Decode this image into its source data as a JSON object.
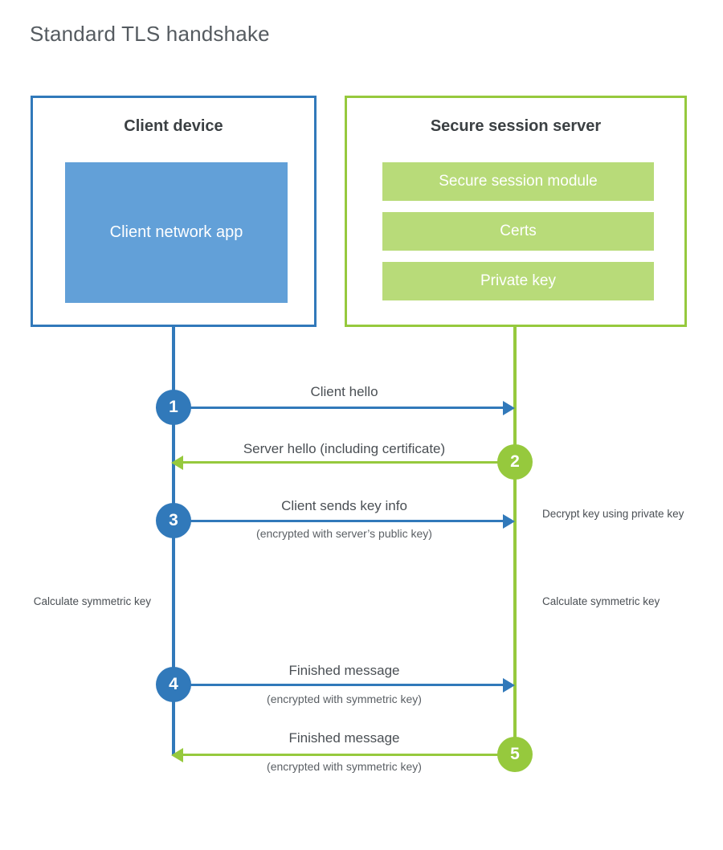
{
  "diagram": {
    "title": "Standard TLS handshake",
    "colors": {
      "client_blue": "#3179BA",
      "client_app_fill": "#62A0D8",
      "server_green": "#96C93D",
      "server_bar_fill": "#B8DB79",
      "title_text": "#555b60",
      "body_text": "#4a4f54",
      "background": "#ffffff"
    }
  },
  "client": {
    "heading": "Client device",
    "app_label": "Client network app"
  },
  "server": {
    "heading": "Secure session server",
    "bars": [
      {
        "label": "Secure session module"
      },
      {
        "label": "Certs"
      },
      {
        "label": "Private key"
      }
    ]
  },
  "messages": [
    {
      "step": "1",
      "label": "Client hello",
      "sub": "",
      "direction": "client-to-server",
      "color": "blue"
    },
    {
      "step": "2",
      "label": "Server hello (including certificate)",
      "sub": "",
      "direction": "server-to-client",
      "color": "green"
    },
    {
      "step": "3",
      "label": "Client sends key info",
      "sub": "(encrypted with server’s public key)",
      "direction": "client-to-server",
      "color": "blue"
    },
    {
      "step": "4",
      "label": "Finished message",
      "sub": "(encrypted with symmetric key)",
      "direction": "client-to-server",
      "color": "blue"
    },
    {
      "step": "5",
      "label": "Finished message",
      "sub": "(encrypted with symmetric key)",
      "direction": "server-to-client",
      "color": "green"
    }
  ],
  "annotations": {
    "server_decrypt": "Decrypt key using private key",
    "server_calculate": "Calculate symmetric key",
    "client_calculate": "Calculate symmetric key"
  }
}
